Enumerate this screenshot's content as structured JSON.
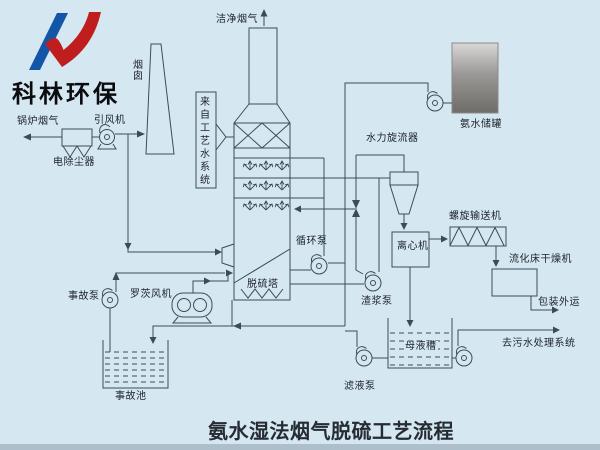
{
  "header": {
    "logo_text": "科林环保"
  },
  "title": "氨水湿法烟气脱硫工艺流程",
  "diagram": {
    "flue_gas_line": {
      "boiler_flue_gas": "锅炉烟气",
      "esp": "电除尘器",
      "id_fan": "引风机",
      "chimney": "烟囱",
      "clean_flue_gas": "洁净烟气"
    },
    "tower_section": {
      "process_water_box": "来自工艺水系统",
      "tower": "脱硫塔",
      "circulation_pump": "循环泵",
      "slurry_pump": "渣浆泵"
    },
    "emergency_section": {
      "emergency_pump": "事故泵",
      "roots_blower": "罗茨风机",
      "emergency_pool": "事故池"
    },
    "ammonia_section": {
      "ammonia_tank": "氨水储罐"
    },
    "dewatering_section": {
      "hydrocyclone": "水力旋流器",
      "centrifuge": "离心机",
      "screw_conveyor": "螺旋输送机",
      "fluidized_bed_dryer": "流化床干燥机",
      "packing_shipping": "包装外运",
      "mother_liquor_tank": "母液槽",
      "filtrate_pump": "滤液泵",
      "to_wastewater_treatment": "去污水处理系统"
    }
  },
  "colors": {
    "background": "#d5e8f2",
    "line": "#3d4b59",
    "text": "#20242c",
    "logo_blue": "#1356a8",
    "logo_red": "#c01e1e",
    "tank_gray_top": "#d8d8d6",
    "tank_gray_bottom": "#6e6c68",
    "bottom_band": "#adbfca"
  }
}
